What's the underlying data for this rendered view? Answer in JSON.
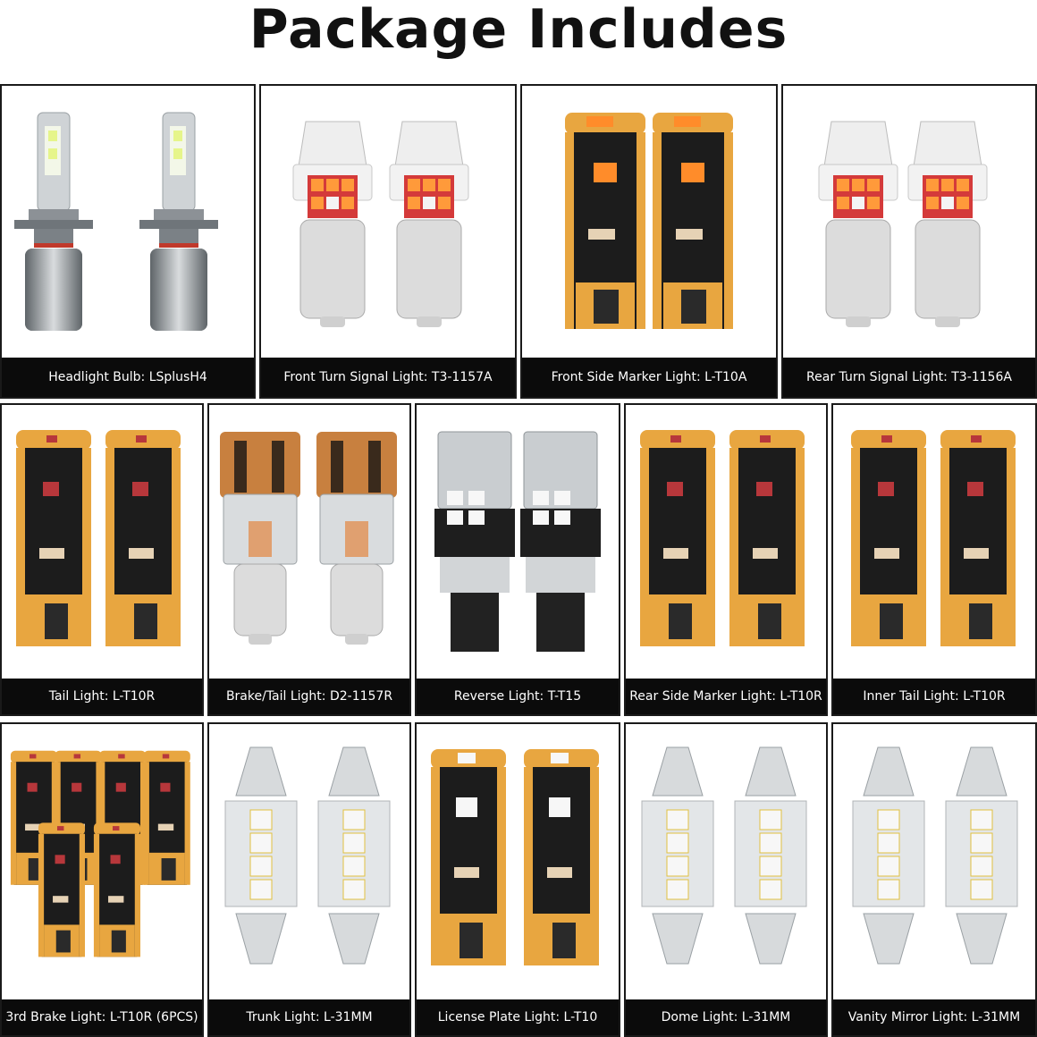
{
  "page": {
    "title": "Package Includes"
  },
  "items": [
    {
      "caption": "Headlight Bulb: LSplusH4",
      "icon": "h4-headlight-bulb-icon"
    },
    {
      "caption": "Front Turn Signal Light: T3-1157A",
      "icon": "bayonet-amber-bulb-icon"
    },
    {
      "caption": "Front Side Marker Light: L-T10A",
      "icon": "t10-wedge-amber-bulb-icon"
    },
    {
      "caption": "Rear Turn Signal Light: T3-1156A",
      "icon": "bayonet-amber-bulb-icon"
    },
    {
      "caption": "Tail Light: L-T10R",
      "icon": "t10-wedge-red-bulb-icon"
    },
    {
      "caption": "Brake/Tail Light: D2-1157R",
      "icon": "copper-bayonet-bulb-icon"
    },
    {
      "caption": "Reverse Light: T-T15",
      "icon": "t15-wedge-white-bulb-icon"
    },
    {
      "caption": "Rear Side Marker Light: L-T10R",
      "icon": "t10-wedge-red-bulb-icon"
    },
    {
      "caption": "Inner Tail Light: L-T10R",
      "icon": "t10-wedge-red-bulb-icon"
    },
    {
      "caption": "3rd Brake Light: L-T10R (6PCS)",
      "icon": "t10-wedge-red-bulb-icon"
    },
    {
      "caption": "Trunk Light: L-31MM",
      "icon": "festoon-31mm-bulb-icon"
    },
    {
      "caption": "License Plate Light: L-T10",
      "icon": "t10-wedge-white-bulb-icon"
    },
    {
      "caption": "Dome Light: L-31MM",
      "icon": "festoon-31mm-bulb-icon"
    },
    {
      "caption": "Vanity Mirror Light: L-31MM",
      "icon": "festoon-31mm-bulb-icon"
    }
  ],
  "colors": {
    "caption_bg": "#0b0b0b",
    "caption_text": "#ffffff",
    "pcb_gold": "#e8a640",
    "pcb_black": "#1c1c1c",
    "led_amber": "#ff8c2a",
    "led_red": "#b7373b",
    "led_white": "#f7f7f7",
    "copper": "#c8803f"
  }
}
